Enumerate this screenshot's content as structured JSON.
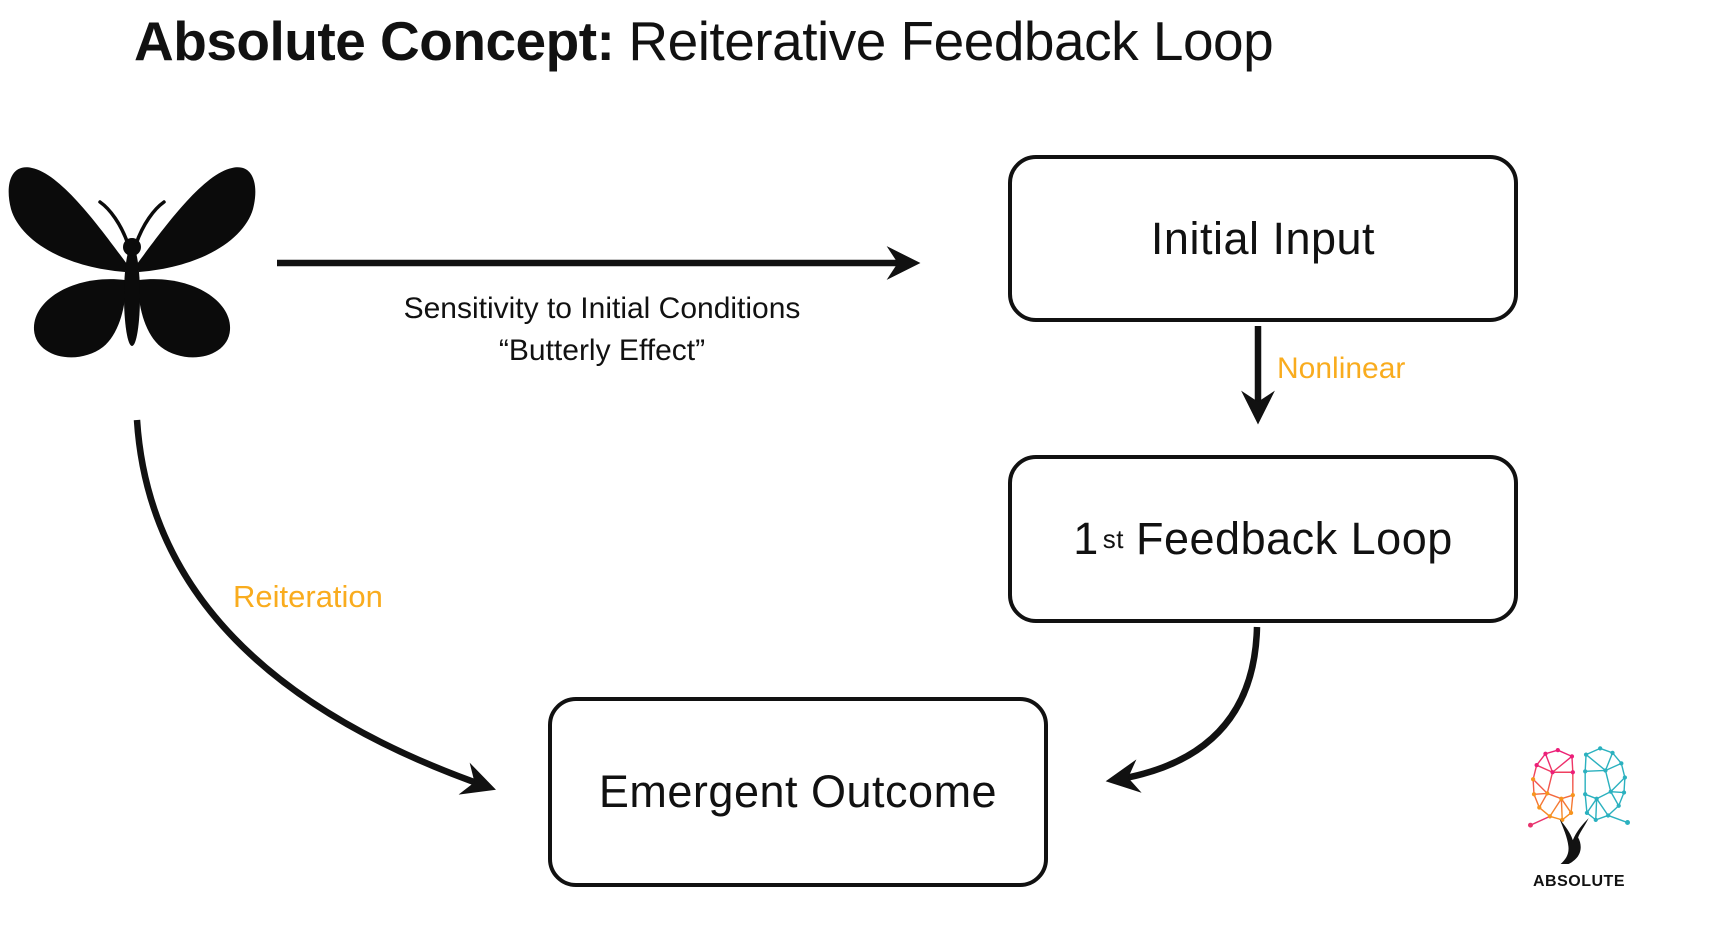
{
  "title": {
    "emphasis": "Absolute Concept:",
    "rest": "Reiterative Feedback Loop"
  },
  "nodes": [
    {
      "id": "initial-input",
      "label": "Initial Input"
    },
    {
      "id": "first-feedback-loop",
      "number": "1",
      "ordinal_suffix": "st",
      "label": "Feedback Loop"
    },
    {
      "id": "emergent-outcome",
      "label": "Emergent Outcome"
    }
  ],
  "edges": [
    {
      "id": "sensitivity",
      "from": "butterfly",
      "to": "initial-input",
      "label_line1": "Sensitivity to Initial Conditions",
      "label_line2": "“Butterly Effect”"
    },
    {
      "id": "nonlinear",
      "from": "initial-input",
      "to": "first-feedback-loop",
      "label": "Nonlinear"
    },
    {
      "id": "feedback-to-outcome",
      "from": "first-feedback-loop",
      "to": "emergent-outcome",
      "label": ""
    },
    {
      "id": "reiteration",
      "from": "butterfly",
      "to": "emergent-outcome",
      "label": "Reiteration"
    }
  ],
  "icons": [
    {
      "name": "butterfly-icon",
      "description": "black butterfly silhouette"
    },
    {
      "name": "brain-logo-icon",
      "description": "polygon mesh brain, pink-orange left half, teal right half, black stem"
    }
  ],
  "logo": {
    "wordmark": "ABSOLUTE"
  },
  "colors": {
    "ink": "#111111",
    "accent": "#F9AC1E",
    "logo_pink": "#EC1E79",
    "logo_orange": "#F7941E",
    "logo_red": "#E8336D",
    "logo_teal": "#2BB1BF"
  }
}
